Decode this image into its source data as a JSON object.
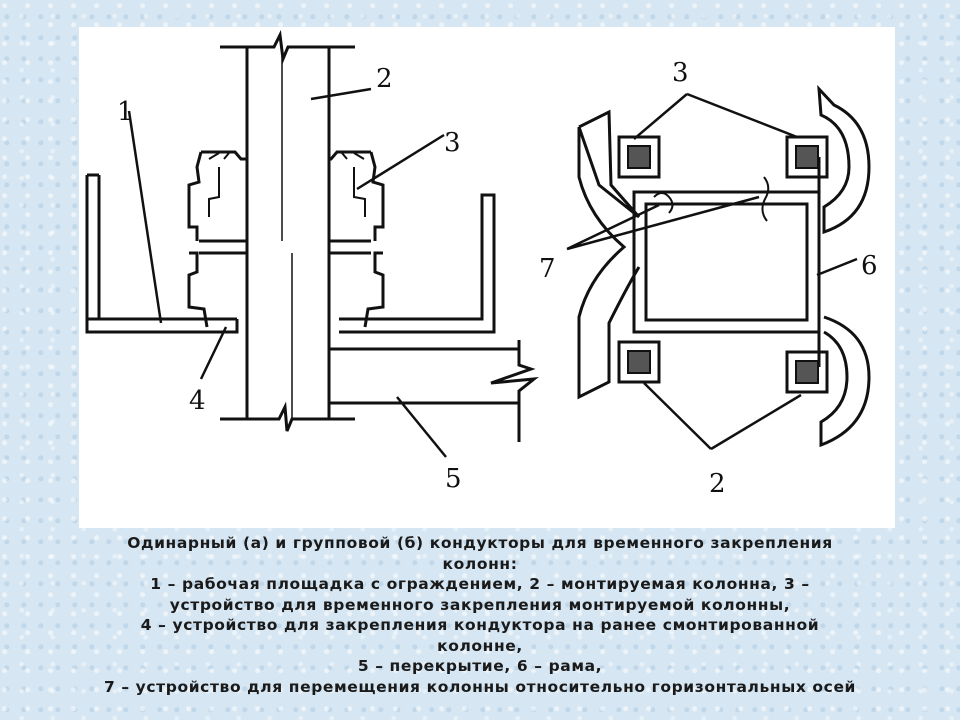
{
  "labels": {
    "n1": "1",
    "n2a": "2",
    "n3a": "3",
    "n4": "4",
    "n5": "5",
    "n3b": "3",
    "n7": "7",
    "n6": "6",
    "n2b": "2"
  },
  "caption": {
    "line1": "Одинарный (а) и групповой (б) кондукторы для временного закрепления",
    "line2": "колонн:",
    "line3": "1 – рабочая площадка с ограждением, 2 – монтируемая колонна, 3 –",
    "line4": "устройство для временного закрепления монтируемой колонны,",
    "line5": "4 – устройство для закрепления кондуктора на ранее смонтированной",
    "line6": "колонне,",
    "line7": "5 – перекрытие, 6 – рама,",
    "line8": "7 – устройство для перемещения колонны относительно горизонтальных осей"
  }
}
